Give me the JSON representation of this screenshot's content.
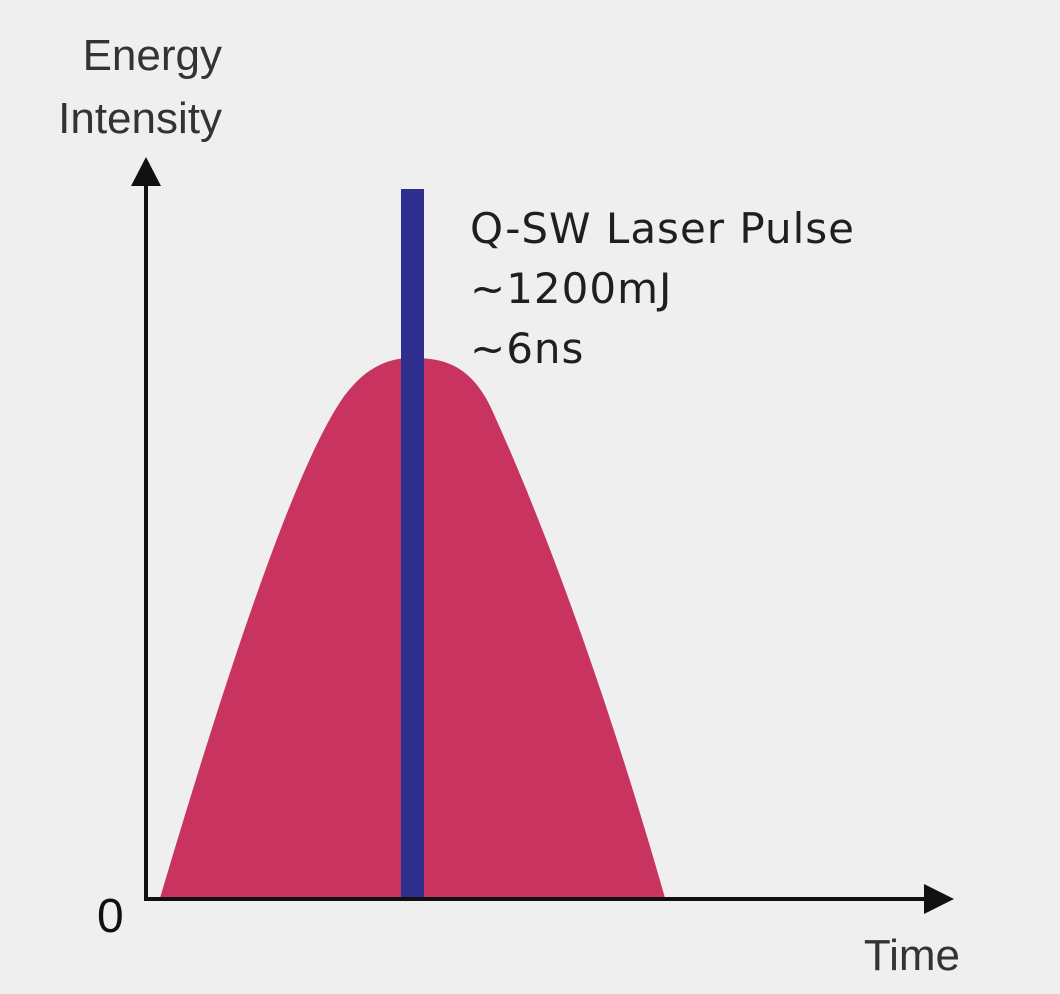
{
  "yaxis": {
    "label_line1": "Energy",
    "label_line2": "Intensity",
    "origin_label": "0"
  },
  "xaxis": {
    "label": "Time"
  },
  "annotation": {
    "line1": "Q-SW Laser Pulse",
    "line2": "~1200mJ",
    "line3": "~6ns"
  },
  "colors": {
    "background": "#efefef",
    "curve_fill": "#c93360",
    "pulse_bar": "#2e2e8f",
    "axis": "#111111"
  }
}
